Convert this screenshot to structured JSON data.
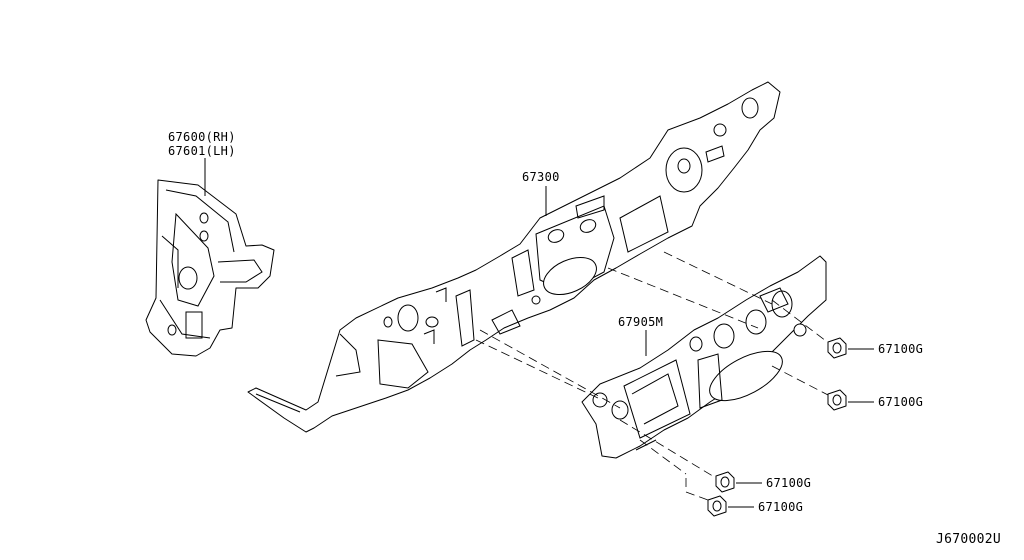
{
  "labels": {
    "side_panel_rh": "67600(RH)",
    "side_panel_lh": "67601(LH)",
    "dash_panel": "67300",
    "insulator": "67905M",
    "clip_1": "67100G",
    "clip_2": "67100G",
    "clip_3": "67100G",
    "clip_4": "67100G",
    "diagram_code": "J670002U"
  }
}
